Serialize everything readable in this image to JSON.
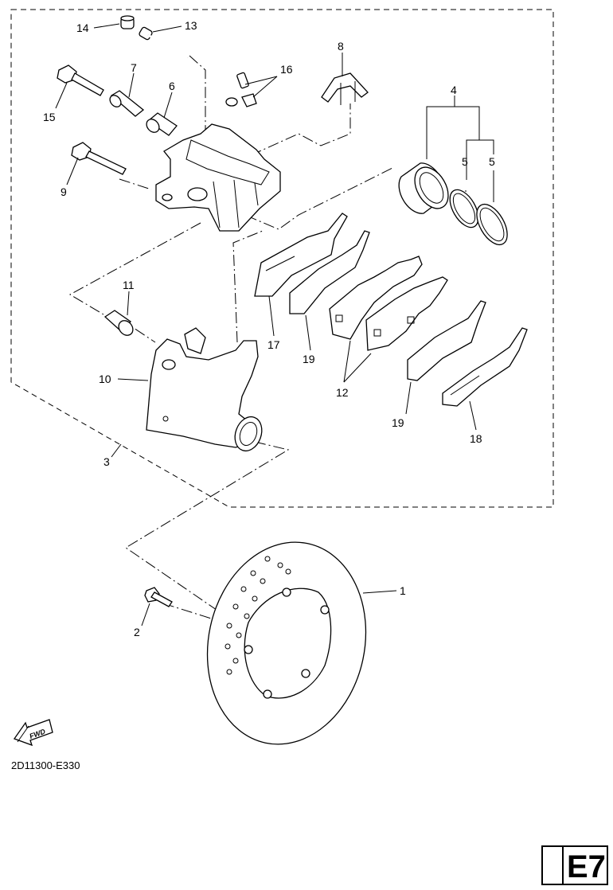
{
  "diagram": {
    "drawing_code": "2D11300-E330",
    "page_badge": "E7",
    "fwd_label": "FWD",
    "callouts": [
      "1",
      "2",
      "3",
      "4",
      "5",
      "5",
      "6",
      "7",
      "8",
      "9",
      "10",
      "11",
      "12",
      "13",
      "14",
      "15",
      "16",
      "17",
      "18",
      "19",
      "19"
    ]
  }
}
